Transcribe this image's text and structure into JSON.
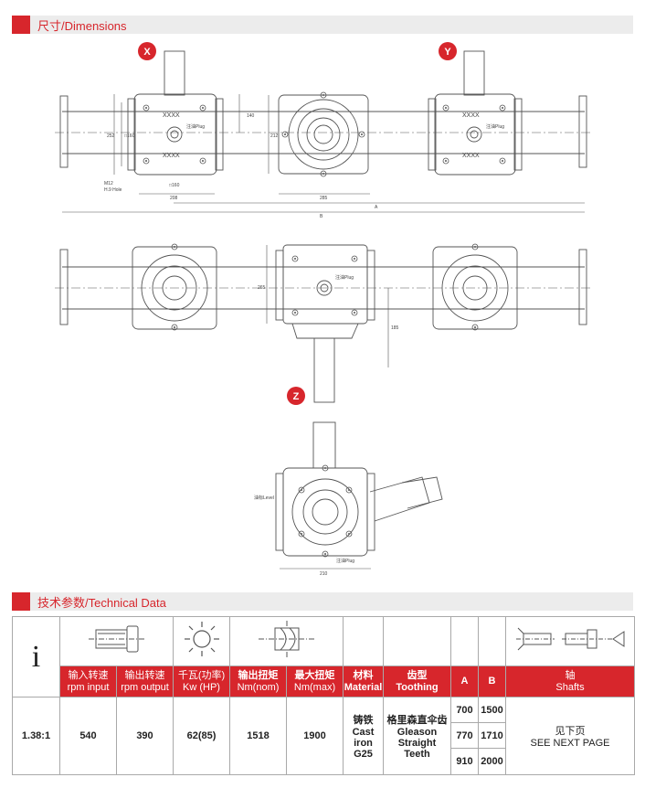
{
  "sections": {
    "dimensions": "尺寸/Dimensions",
    "technical": "技术参数/Technical Data"
  },
  "views": {
    "x_label": "X",
    "y_label": "Y",
    "z_label": "Z",
    "xxxx": "XXXX",
    "plug_note": "注油Plug",
    "level_note": "油标Level",
    "bolt_note_1": "M12",
    "bolt_note_2": "H.9 Hole",
    "dims": {
      "d140": "140",
      "d160a": "□160",
      "d160b": "□160",
      "d212": "212",
      "d252": "252",
      "d208": "208",
      "d285": "285",
      "d265": "265",
      "d185": "185",
      "d210": "210",
      "dA": "A",
      "dB": "B"
    }
  },
  "table": {
    "i_symbol": "i",
    "headers": {
      "rpm_input": [
        "输入转速",
        "rpm input"
      ],
      "rpm_output": [
        "输出转速",
        "rpm output"
      ],
      "kw": [
        "千瓦(功率)",
        "Kw (HP)"
      ],
      "nm_nom": [
        "输出扭矩",
        "Nm(nom)"
      ],
      "nm_max": [
        "最大扭矩",
        "Nm(max)"
      ],
      "material": [
        "材料",
        "Material"
      ],
      "toothing": [
        "齿型",
        "Toothing"
      ],
      "a": "A",
      "b": "B",
      "shafts": [
        "轴",
        "Shafts"
      ]
    },
    "row": {
      "ratio": "1.38:1",
      "rpm_input": "540",
      "rpm_output": "390",
      "kw": "62(85)",
      "nm_nom": "1518",
      "nm_max": "1900",
      "material": [
        "铸铁",
        "Cast iron",
        "G25"
      ],
      "toothing": [
        "格里森直伞齿",
        "Gleason",
        "Straight Teeth"
      ],
      "a_values": [
        "700",
        "770",
        "910"
      ],
      "b_values": [
        "1500",
        "1710",
        "2000"
      ],
      "shafts": [
        "见下页",
        "SEE NEXT PAGE"
      ]
    }
  },
  "colors": {
    "accent": "#d7262c",
    "header_bg": "#ececec",
    "line": "#555555"
  }
}
